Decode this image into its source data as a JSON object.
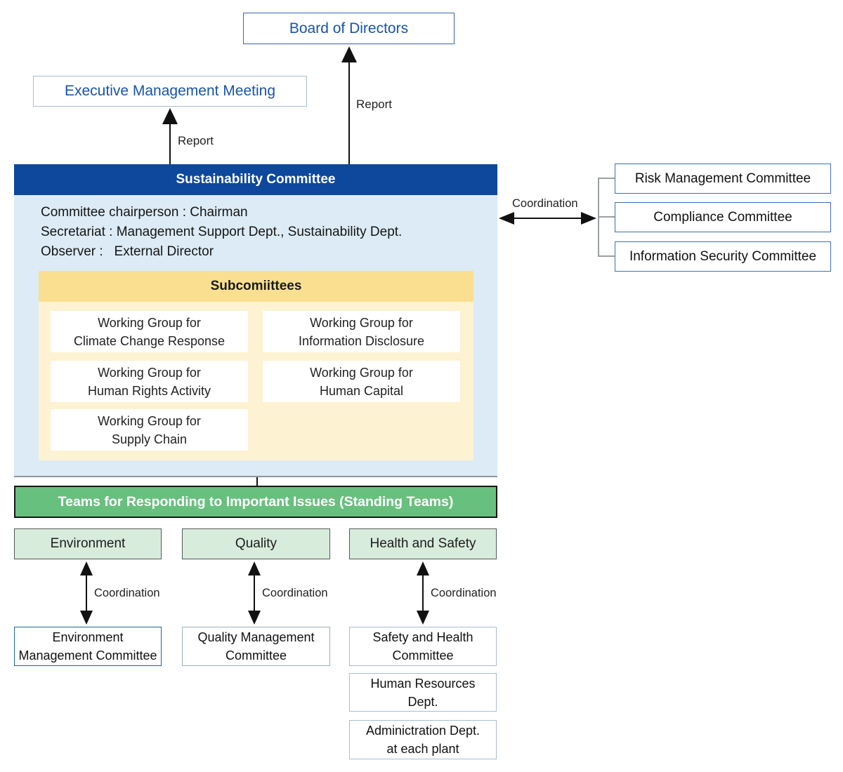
{
  "colors": {
    "header_blue": "#0d489c",
    "body_light_blue": "#dcebf6",
    "subcommittee_header_yellow": "#fbdf90",
    "subcommittee_body_yellow": "#fdf2d1",
    "teams_bar_green": "#68c07e",
    "team_box_green": "#d8ecdc",
    "link_text_blue": "#1854a6",
    "arrow_black": "#111111"
  },
  "top": {
    "board": "Board of Directors",
    "executive": "Executive Management Meeting",
    "report": "Report"
  },
  "sustainability": {
    "title": "Sustainability Committee",
    "chairperson": "Committee chairperson : Chairman",
    "secretariat": "Secretariat : Management Support Dept., Sustainability Dept.",
    "observer": "Observer :   External Director"
  },
  "subcommittees": {
    "title": "Subcomiittees",
    "groups": [
      {
        "line1": "Working Group for",
        "line2": "Climate Change Response"
      },
      {
        "line1": "Working Group for",
        "line2": "Information Disclosure"
      },
      {
        "line1": "Working Group for",
        "line2": "Human Rights Activity"
      },
      {
        "line1": "Working Group for",
        "line2": "Human Capital"
      },
      {
        "line1": "Working Group for",
        "line2": "Supply Chain"
      }
    ]
  },
  "labels": {
    "coordination": "Coordination"
  },
  "right_committees": [
    "Risk Management Committee",
    "Compliance Committee",
    "Information Security Committee"
  ],
  "teams": {
    "bar": "Teams for Responding to Important Issues (Standing Teams)",
    "items": [
      "Environment",
      "Quality",
      "Health and Safety"
    ]
  },
  "bottom_committees": [
    {
      "line1": "Environment",
      "line2": "Management Committee"
    },
    {
      "line1": "Quality Management",
      "line2": "Committee"
    },
    {
      "line1": "Safety and Health",
      "line2": "Committee"
    }
  ],
  "safety_sub_boxes": [
    {
      "line1": "Human Resources",
      "line2": "Dept."
    },
    {
      "line1": "Adminictration Dept.",
      "line2": "at each plant"
    }
  ]
}
